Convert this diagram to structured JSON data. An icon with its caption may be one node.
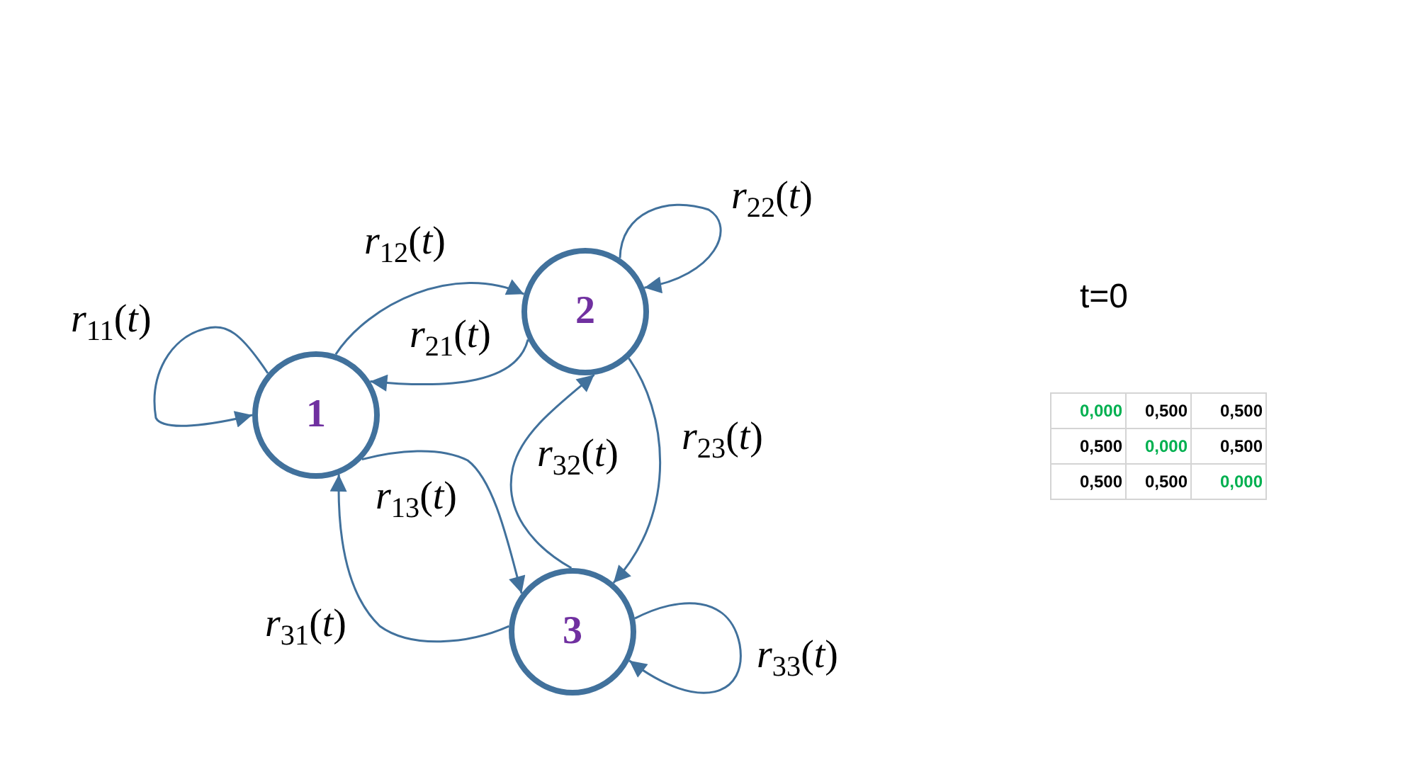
{
  "diagram": {
    "nodes": [
      {
        "text": [
          "1"
        ]
      },
      {
        "text": [
          "2"
        ]
      },
      {
        "text": [
          "3"
        ]
      }
    ],
    "edges": [
      {
        "from": 0,
        "to": 0,
        "arrow": "to",
        "label": "*r*$_{11}$(*t*)"
      },
      {
        "from": 0,
        "to": 1,
        "arrow": "to",
        "label": "*r*$_{12}$(*t*)"
      },
      {
        "from": 1,
        "to": 0,
        "arrow": "to",
        "label": "*r*$_{21}$(*t*)"
      },
      {
        "from": 1,
        "to": 1,
        "arrow": "to",
        "label": "*r*$_{22}$(*t*)"
      },
      {
        "from": 1,
        "to": 2,
        "arrow": "to",
        "label": "*r*$_{23}$(*t*)"
      },
      {
        "from": 2,
        "to": 1,
        "arrow": "to",
        "label": "*r*$_{32}$(*t*)"
      },
      {
        "from": 0,
        "to": 2,
        "arrow": "to",
        "label": "*r*$_{13}$(*t*)"
      },
      {
        "from": 2,
        "to": 0,
        "arrow": "to",
        "label": "*r*$_{31}$(*t*)"
      },
      {
        "from": 2,
        "to": 2,
        "arrow": "to",
        "label": "*r*$_{33}$(*t*)"
      }
    ],
    "labels": [
      "t=0",
      "0,000",
      "0,500",
      "0,500",
      "0,500",
      "0,000",
      "0,500",
      "0,500",
      "0,500",
      "0,000"
    ]
  }
}
